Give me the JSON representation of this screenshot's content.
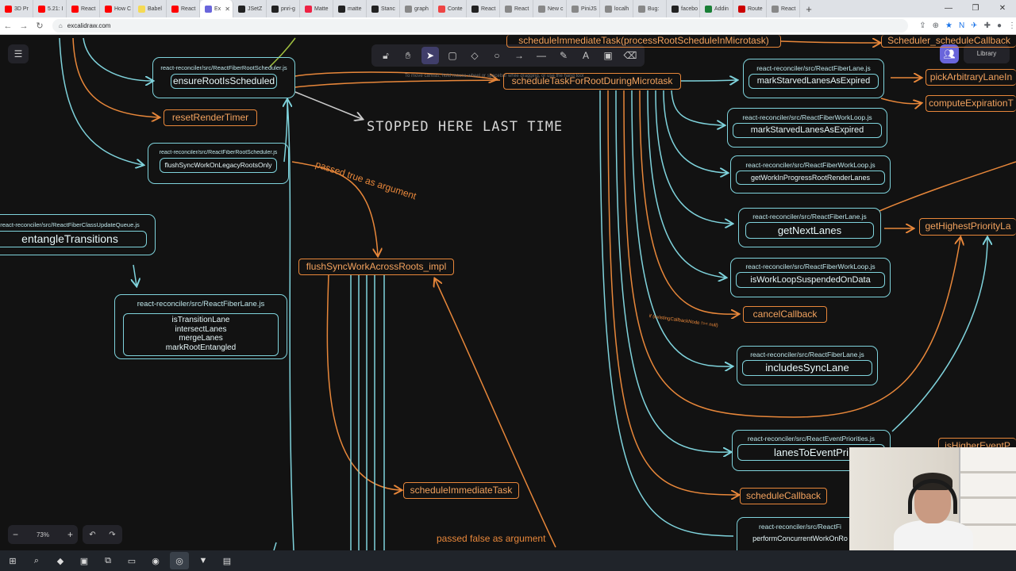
{
  "browser": {
    "tabs": [
      {
        "label": "3D Pr",
        "color": "#ff0000"
      },
      {
        "label": "5.21: I",
        "color": "#ff0000"
      },
      {
        "label": "React",
        "color": "#ff0000"
      },
      {
        "label": "How C",
        "color": "#ff0000"
      },
      {
        "label": "Babel",
        "color": "#f5da55"
      },
      {
        "label": "React",
        "color": "#ff0000"
      },
      {
        "label": "Ex",
        "color": "#6965db",
        "active": true
      },
      {
        "label": "JSetZ",
        "color": "#222222"
      },
      {
        "label": "pnri-g",
        "color": "#222222"
      },
      {
        "label": "Matte",
        "color": "#e24"
      },
      {
        "label": "matte",
        "color": "#222222"
      },
      {
        "label": "Stanc",
        "color": "#222222"
      },
      {
        "label": "graph",
        "color": "#888888"
      },
      {
        "label": "Conte",
        "color": "#e44"
      },
      {
        "label": "React",
        "color": "#222222"
      },
      {
        "label": "React",
        "color": "#888888"
      },
      {
        "label": "New c",
        "color": "#888888"
      },
      {
        "label": "PiniJS",
        "color": "#888888"
      },
      {
        "label": "localh",
        "color": "#888888"
      },
      {
        "label": "Bug:",
        "color": "#888888"
      },
      {
        "label": "facebo",
        "color": "#222222"
      },
      {
        "label": "Addin",
        "color": "#1a7f37"
      },
      {
        "label": "Route",
        "color": "#c00"
      },
      {
        "label": "React",
        "color": "#888888"
      }
    ],
    "url": "excalidraw.com",
    "window_controls": [
      "—",
      "❐",
      "✕"
    ]
  },
  "toolbar": {
    "tools": [
      {
        "name": "lock-tool",
        "glyph": "🔓︎"
      },
      {
        "name": "hand-tool",
        "glyph": "✋︎"
      },
      {
        "name": "selection-tool",
        "glyph": "➤",
        "selected": true
      },
      {
        "name": "rectangle-tool",
        "glyph": "▢"
      },
      {
        "name": "diamond-tool",
        "glyph": "◇"
      },
      {
        "name": "ellipse-tool",
        "glyph": "○"
      },
      {
        "name": "arrow-tool",
        "glyph": "→"
      },
      {
        "name": "line-tool",
        "glyph": "—"
      },
      {
        "name": "draw-tool",
        "glyph": "✎"
      },
      {
        "name": "text-tool",
        "glyph": "A"
      },
      {
        "name": "image-tool",
        "glyph": "▣"
      },
      {
        "name": "eraser-tool",
        "glyph": "⌫"
      }
    ],
    "hint": "To move canvas, hold mouse wheel or spacebar while dragging, or use the hand tool",
    "library_label": "Library",
    "menu_glyph": "☰",
    "collab_glyph": "👥︎"
  },
  "zoom": {
    "value": "73%",
    "minus": "−",
    "plus": "+",
    "undo": "↶",
    "redo": "↷"
  },
  "nodes": {
    "ensure": {
      "file": "react-reconciler/src/ReactFiberRootScheduler.js",
      "fn": "ensureRootIsScheduled"
    },
    "flushLegacy": {
      "file": "react-reconciler/src/ReactFiberRootScheduler.js",
      "fn": "flushSyncWorkOnLegacyRootsOnly"
    },
    "entangle": {
      "file": "react-reconciler/src/ReactFiberClassUpdateQueue.js",
      "fn": "entangleTransitions"
    },
    "lane": {
      "file": "react-reconciler/src/ReactFiberLane.js",
      "fns": [
        "isTransitionLane",
        "intersectLanes",
        "mergeLanes",
        "markRootEntangled"
      ]
    },
    "markStarved1": {
      "file": "react-reconciler/src/ReactFiberLane.js",
      "fn": "markStarvedLanesAsExpired"
    },
    "markStarved2": {
      "file": "react-reconciler/src/ReactFiberWorkLoop.js",
      "fn": "markStarvedLanesAsExpired"
    },
    "getWIP": {
      "file": "react-reconciler/src/ReactFiberWorkLoop.js",
      "fn": "getWorkInProgressRootRenderLanes"
    },
    "getNext": {
      "file": "react-reconciler/src/ReactFiberLane.js",
      "fn": "getNextLanes"
    },
    "isSuspended": {
      "file": "react-reconciler/src/ReactFiberWorkLoop.js",
      "fn": "isWorkLoopSuspendedOnData"
    },
    "includesSync": {
      "file": "react-reconciler/src/ReactFiberLane.js",
      "fn": "includesSyncLane"
    },
    "lanesToEvent": {
      "file": "react-reconciler/src/ReactEventPriorities.js",
      "fn": "lanesToEventPri"
    },
    "performConcurrent": {
      "file": "react-reconciler/src/ReactFi",
      "fn": "performConcurrentWorkOnRo"
    }
  },
  "orange_boxes": {
    "scheduleImmediateTop": "scheduleImmediateTask(processRootScheduleInMicrotask)",
    "schedulerCallback": "Scheduler_scheduleCallback",
    "resetRenderTimer": "resetRenderTimer",
    "scheduleTaskForRoot": "scheduleTaskForRootDuringMicrotask",
    "pickArbitrary": "pickArbitraryLaneIn",
    "computeExpiration": "computeExpirationT",
    "getHighestPriority": "getHighestPriorityLa",
    "flushSyncAcross": "flushSyncWorkAcrossRoots_impl",
    "cancelCallback": "cancelCallback",
    "scheduleImmediate": "scheduleImmediateTask",
    "scheduleCallback": "scheduleCallback",
    "isHigherEvent": "isHigherEventP"
  },
  "labels": {
    "stopped": "STOPPED HERE LAST TIME",
    "passedTrue": "passed true as argument",
    "passedFalse": "passed false as argument",
    "existingCallback": "if (existingCallbackNode !== null)"
  },
  "taskbar": [
    {
      "name": "windows-start-icon",
      "glyph": "⊞"
    },
    {
      "name": "search-icon",
      "glyph": "⌕"
    },
    {
      "name": "app-icon-1",
      "glyph": "◆"
    },
    {
      "name": "pycharm-icon",
      "glyph": "▣"
    },
    {
      "name": "vscode-icon",
      "glyph": "⧉"
    },
    {
      "name": "folder-icon",
      "glyph": "▭"
    },
    {
      "name": "firefox-icon",
      "glyph": "◉"
    },
    {
      "name": "chrome-icon",
      "glyph": "◎",
      "active": true
    },
    {
      "name": "brave-icon",
      "glyph": "▼"
    },
    {
      "name": "notepad-icon",
      "glyph": "▤"
    }
  ]
}
